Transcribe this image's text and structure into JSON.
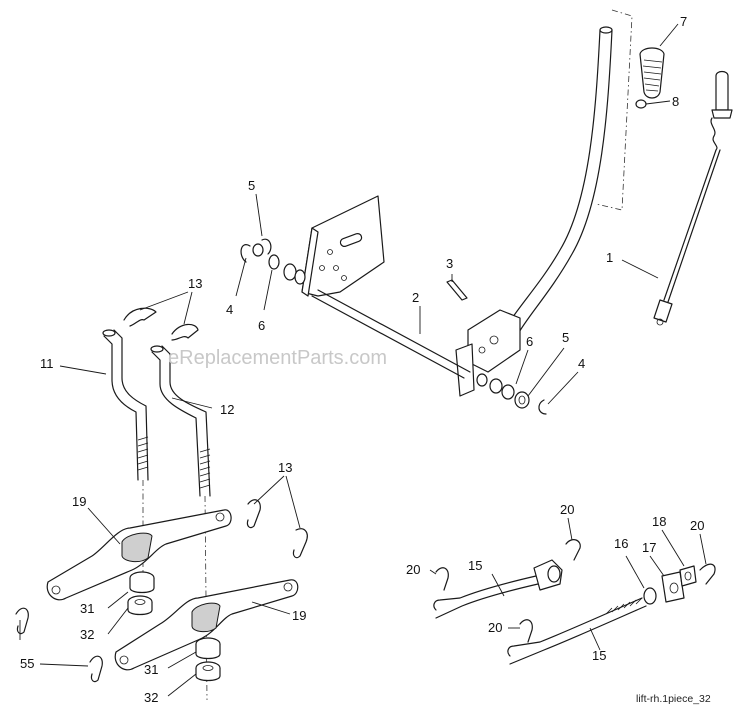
{
  "watermark": "eReplacementParts.com",
  "diagram_ref": "lift-rh.1piece_32",
  "callouts": {
    "c7": "7",
    "c8": "8",
    "c1": "1",
    "c5a": "5",
    "c4a": "4",
    "c6a": "6",
    "c3": "3",
    "c2": "2",
    "c6b": "6",
    "c5b": "5",
    "c4b": "4",
    "c13a": "13",
    "c11": "11",
    "c12": "12",
    "c13b": "13",
    "c19a": "19",
    "c19b": "19",
    "c31a": "31",
    "c32a": "32",
    "c31b": "31",
    "c32b": "32",
    "c55": "55",
    "c20a": "20",
    "c20b": "20",
    "c20c": "20",
    "c20d": "20",
    "c15a": "15",
    "c15b": "15",
    "c16": "16",
    "c17": "17",
    "c18": "18"
  }
}
